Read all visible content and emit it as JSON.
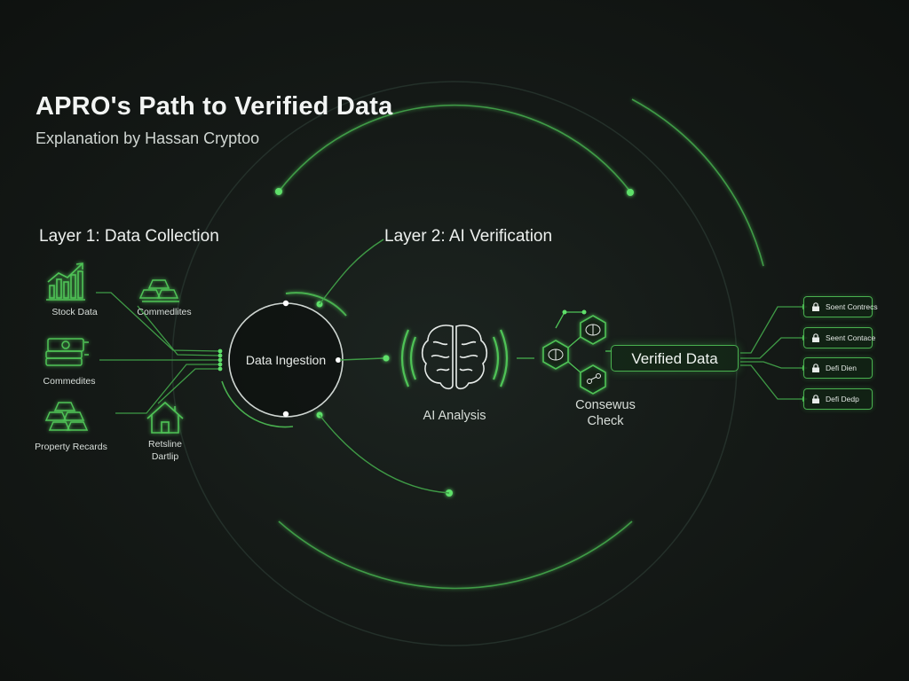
{
  "header": {
    "title": "APRO's Path to Verified Data",
    "subtitle": "Explanation by Hassan Cryptoo"
  },
  "layers": {
    "layer1": "Layer 1: Data Collection",
    "layer2": "Layer 2: AI Verification"
  },
  "sources": [
    {
      "label": "Stock Data",
      "icon": "chart-icon"
    },
    {
      "label": "Commedlites",
      "icon": "gold-bars-icon"
    },
    {
      "label": "Commedites",
      "icon": "cash-stack-icon"
    },
    {
      "label": "Property Recards",
      "icon": "gold-bars-icon"
    },
    {
      "label": "Retsline Dartlip",
      "icon": "house-icon"
    }
  ],
  "nodes": {
    "ingestion": "Data Ingestion",
    "ai_analysis": "AI Analysis",
    "consensus_line1": "Consewus",
    "consensus_line2": "Check",
    "verified": "Verified Data"
  },
  "outputs": [
    {
      "label": "Soent Contrecs",
      "icon": "lock-icon"
    },
    {
      "label": "Seent Contace",
      "icon": "lock-icon"
    },
    {
      "label": "Defi Dien",
      "icon": "lock-icon"
    },
    {
      "label": "Defi Dedp",
      "icon": "lock-icon"
    }
  ],
  "colors": {
    "accent": "#49b04f",
    "accent_glow": "#5fe06a",
    "background": "#151a17"
  }
}
